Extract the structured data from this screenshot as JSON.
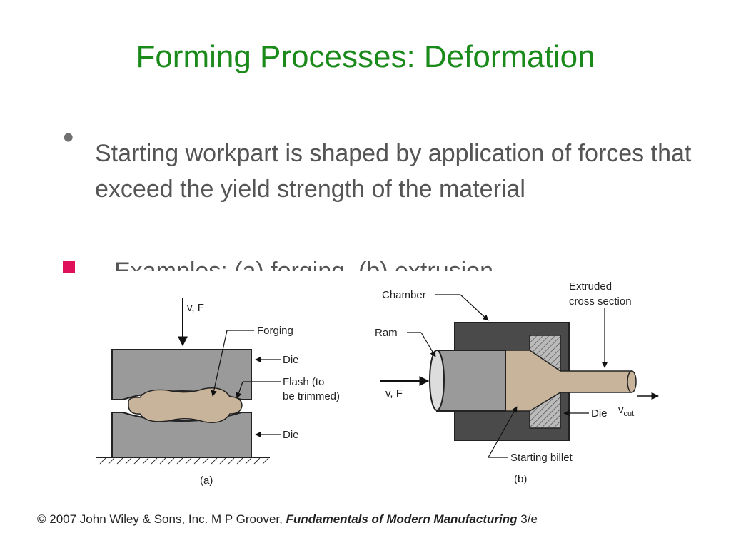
{
  "slide": {
    "title": "Forming Processes: Deformation",
    "bullets": [
      "Starting workpart is shaped by application of forces that exceed the yield strength of the material",
      "Examples: (a) forging, (b) extrusion"
    ]
  },
  "figure_a": {
    "force_label": "v, F",
    "forging_label": "Forging",
    "die_top_label": "Die",
    "flash_label_1": "Flash (to",
    "flash_label_2": "be trimmed)",
    "die_bottom_label": "Die",
    "caption": "(a)"
  },
  "figure_b": {
    "chamber_label": "Chamber",
    "extruded_label_1": "Extruded",
    "extruded_label_2": "cross section",
    "ram_label": "Ram",
    "force_label": "v, F",
    "die_label": "Die",
    "vcut_label": "v",
    "vcut_sub": "cut",
    "billet_label": "Starting billet",
    "caption": "(b)"
  },
  "footer": {
    "copyright": "© 2007 John Wiley & Sons, Inc.  M P Groover, ",
    "book": "Fundamentals of Modern Manufacturing",
    "edition": " 3/e"
  },
  "colors": {
    "title": "#1a8a1a",
    "square_bullet": "#e0105a",
    "die": "#9a9a9a",
    "dark_chamber": "#4a4a4a",
    "billet": "#c8b49a"
  }
}
